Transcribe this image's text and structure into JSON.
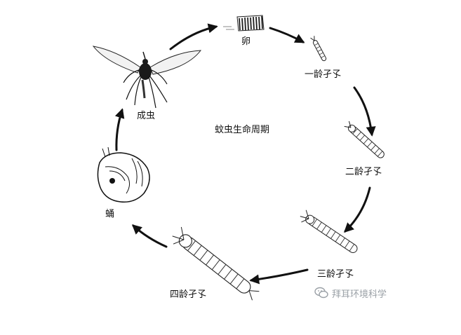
{
  "diagram": {
    "title": "蚊虫生命周期",
    "stages": [
      {
        "id": "egg",
        "label": "卵"
      },
      {
        "id": "larva1",
        "label": "一龄孑孓"
      },
      {
        "id": "larva2",
        "label": "二龄孑孓"
      },
      {
        "id": "larva3",
        "label": "三龄孑孓"
      },
      {
        "id": "larva4",
        "label": "四龄孑孓"
      },
      {
        "id": "pupa",
        "label": "蛹"
      },
      {
        "id": "adult",
        "label": "成虫"
      }
    ]
  },
  "watermark": {
    "text": "拜耳环境科学",
    "icon": "wechat-icon"
  }
}
